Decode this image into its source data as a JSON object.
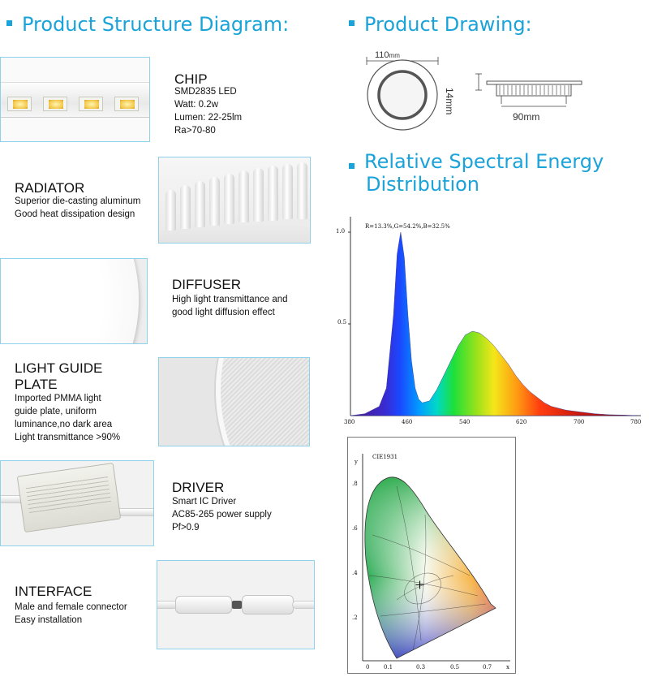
{
  "sections": {
    "structure": "Product Structure Diagram:",
    "drawing": "Product Drawing:",
    "spectral_line1": "Relative Spectral Energy",
    "spectral_line2": "Distribution"
  },
  "features": [
    {
      "title": "CHIP",
      "lines": [
        "SMD2835 LED",
        "Watt: 0.2w",
        "Lumen: 22-25lm",
        "Ra>70-80"
      ]
    },
    {
      "title": "RADIATOR",
      "lines": [
        "Superior die-casting aluminum",
        "Good heat dissipation design"
      ]
    },
    {
      "title": "DIFFUSER",
      "lines": [
        "High light transmittance and",
        "good light diffusion effect"
      ]
    },
    {
      "title_lines": [
        "LIGHT GUIDE",
        "PLATE"
      ],
      "lines": [
        "Imported PMMA light",
        "guide plate, uniform",
        "luminance,no dark area",
        "Light transmittance >90%"
      ]
    },
    {
      "title": "DRIVER",
      "lines": [
        "Smart IC Driver",
        "AC85-265 power supply",
        "Pf>0.9"
      ]
    },
    {
      "title": "INTERFACE",
      "lines": [
        "Male and female connector",
        "Easy installation"
      ]
    }
  ],
  "drawing": {
    "diameter_value": "110",
    "diameter_unit": "mm",
    "height_value": "14mm",
    "cutout_value": "90",
    "cutout_unit": "mm"
  },
  "chart_data": [
    {
      "type": "area",
      "annotation": "R=13.3%,G=54.2%,B=32.5%",
      "x_ticks": [
        "380",
        "460",
        "540",
        "620",
        "700",
        "780"
      ],
      "y_ticks": [
        "1.0",
        "0.5"
      ],
      "xlim": [
        380,
        780
      ],
      "ylim": [
        0,
        1.0
      ],
      "x": [
        380,
        400,
        420,
        430,
        440,
        445,
        450,
        455,
        460,
        465,
        470,
        475,
        480,
        490,
        500,
        510,
        520,
        530,
        540,
        550,
        560,
        570,
        580,
        590,
        600,
        610,
        620,
        630,
        640,
        650,
        660,
        680,
        700,
        720,
        740,
        760,
        780
      ],
      "y": [
        0.0,
        0.01,
        0.05,
        0.15,
        0.55,
        0.88,
        1.0,
        0.86,
        0.55,
        0.3,
        0.15,
        0.09,
        0.07,
        0.08,
        0.14,
        0.22,
        0.3,
        0.38,
        0.44,
        0.46,
        0.45,
        0.42,
        0.38,
        0.33,
        0.28,
        0.22,
        0.17,
        0.13,
        0.1,
        0.07,
        0.05,
        0.03,
        0.02,
        0.01,
        0.005,
        0.003,
        0.0
      ]
    },
    {
      "type": "scatter",
      "title": "CIE1931",
      "xlabel": "x",
      "ylabel": "y",
      "x_ticks": [
        "0",
        "0.1",
        "0.3",
        "0.5",
        "0.7"
      ],
      "y_ticks": [
        ".8",
        ".6",
        ".4",
        ".2"
      ],
      "point": [
        0.31,
        0.33
      ]
    }
  ]
}
